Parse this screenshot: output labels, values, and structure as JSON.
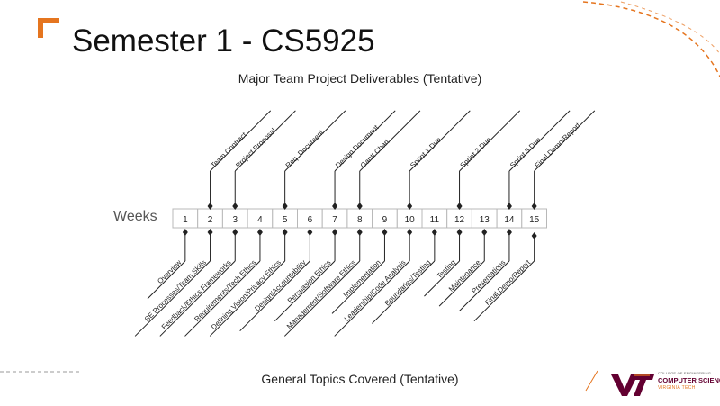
{
  "slide": {
    "title": "Semester 1 - CS5925",
    "subtitle": "Major Team Project Deliverables (Tentative)",
    "footer": "General Topics Covered (Tentative)",
    "weeks_label": "Weeks"
  },
  "weeks": [
    "1",
    "2",
    "3",
    "4",
    "5",
    "6",
    "7",
    "8",
    "9",
    "10",
    "11",
    "12",
    "13",
    "14",
    "15"
  ],
  "deliverables": [
    {
      "week": 2,
      "label": "Team Contract"
    },
    {
      "week": 3,
      "label": "Project Proposal"
    },
    {
      "week": 5,
      "label": "Req. Document"
    },
    {
      "week": 7,
      "label": "Design Document"
    },
    {
      "week": 8,
      "label": "Gantt Chart"
    },
    {
      "week": 10,
      "label": "Sprint 1 Due"
    },
    {
      "week": 12,
      "label": "Sprint 2 Due"
    },
    {
      "week": 14,
      "label": "Sprint 3 Due"
    },
    {
      "week": 15,
      "label": "Final Demo/Report"
    }
  ],
  "topics": [
    {
      "week": 1,
      "label": "Overview"
    },
    {
      "week": 2,
      "label": "SE Processes/Team Skills"
    },
    {
      "week": 3,
      "label": "Feedback/Ethics Frameworks"
    },
    {
      "week": 4,
      "label": "Requirements/Tech Ethics"
    },
    {
      "week": 5,
      "label": "Defining Vision/Privacy Ethics"
    },
    {
      "week": 6,
      "label": "Design/Accountability"
    },
    {
      "week": 7,
      "label": "Persuasion Ethics"
    },
    {
      "week": 8,
      "label": "Management/Software Ethics"
    },
    {
      "week": 9,
      "label": "Implementation"
    },
    {
      "week": 10,
      "label": "Leadership/Code Analysis"
    },
    {
      "week": 11,
      "label": "Boundaries/Testing"
    },
    {
      "week": 12,
      "label": "Testing"
    },
    {
      "week": 13,
      "label": "Maintenance"
    },
    {
      "week": 14,
      "label": "Presentations"
    },
    {
      "week": 15,
      "label": "Final Demo/Report"
    }
  ],
  "logo": {
    "college": "COLLEGE OF ENGINEERING",
    "department": "COMPUTER SCIENCE",
    "university": "VIRGINIA TECH",
    "monogram": "VT"
  },
  "colors": {
    "accent": "#e5751f",
    "maroon": "#630031",
    "line": "#222222"
  }
}
